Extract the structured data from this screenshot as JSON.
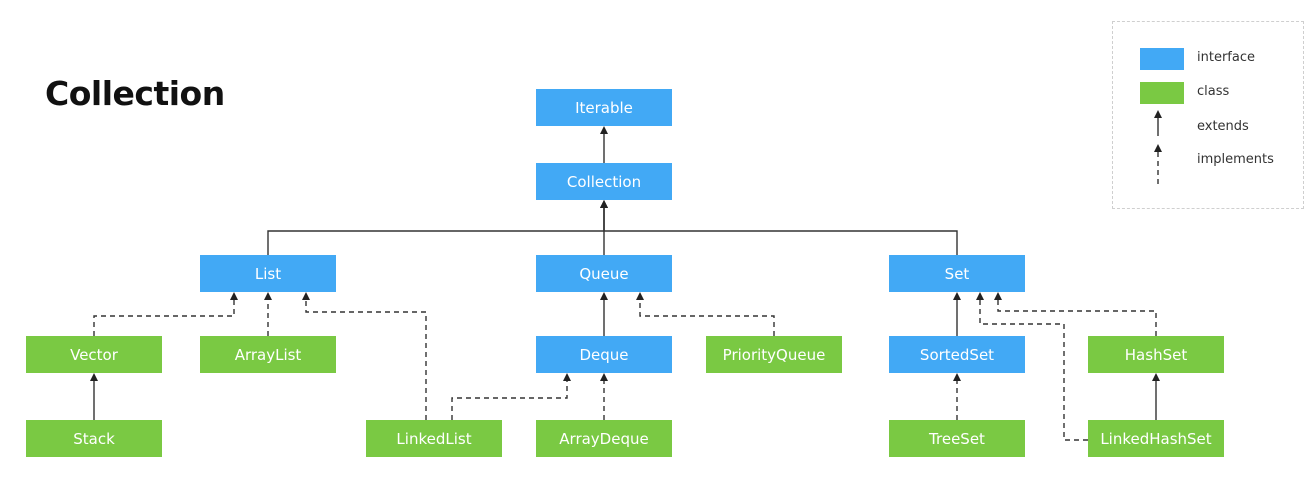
{
  "title": "Collection",
  "colors": {
    "interface": "#42a9f5",
    "class": "#7ac943",
    "line": "#333333"
  },
  "nodes": [
    {
      "id": "iterable",
      "label": "Iterable",
      "kind": "interface"
    },
    {
      "id": "collection",
      "label": "Collection",
      "kind": "interface"
    },
    {
      "id": "list",
      "label": "List",
      "kind": "interface"
    },
    {
      "id": "queue",
      "label": "Queue",
      "kind": "interface"
    },
    {
      "id": "set",
      "label": "Set",
      "kind": "interface"
    },
    {
      "id": "vector",
      "label": "Vector",
      "kind": "class"
    },
    {
      "id": "arraylist",
      "label": "ArrayList",
      "kind": "class"
    },
    {
      "id": "deque",
      "label": "Deque",
      "kind": "interface"
    },
    {
      "id": "priorityqueue",
      "label": "PriorityQueue",
      "kind": "class"
    },
    {
      "id": "sortedset",
      "label": "SortedSet",
      "kind": "interface"
    },
    {
      "id": "hashset",
      "label": "HashSet",
      "kind": "class"
    },
    {
      "id": "stack",
      "label": "Stack",
      "kind": "class"
    },
    {
      "id": "linkedlist",
      "label": "LinkedList",
      "kind": "class"
    },
    {
      "id": "arraydeque",
      "label": "ArrayDeque",
      "kind": "class"
    },
    {
      "id": "treeset",
      "label": "TreeSet",
      "kind": "class"
    },
    {
      "id": "linkedhashset",
      "label": "LinkedHashSet",
      "kind": "class"
    }
  ],
  "edges": [
    {
      "from": "collection",
      "to": "iterable",
      "type": "extends"
    },
    {
      "from": "list",
      "to": "collection",
      "type": "extends"
    },
    {
      "from": "queue",
      "to": "collection",
      "type": "extends"
    },
    {
      "from": "set",
      "to": "collection",
      "type": "extends"
    },
    {
      "from": "vector",
      "to": "list",
      "type": "implements"
    },
    {
      "from": "arraylist",
      "to": "list",
      "type": "implements"
    },
    {
      "from": "linkedlist",
      "to": "list",
      "type": "implements"
    },
    {
      "from": "deque",
      "to": "queue",
      "type": "extends"
    },
    {
      "from": "priorityqueue",
      "to": "queue",
      "type": "implements"
    },
    {
      "from": "sortedset",
      "to": "set",
      "type": "extends"
    },
    {
      "from": "hashset",
      "to": "set",
      "type": "implements"
    },
    {
      "from": "linkedhashset",
      "to": "set",
      "type": "implements"
    },
    {
      "from": "stack",
      "to": "vector",
      "type": "extends"
    },
    {
      "from": "linkedlist",
      "to": "deque",
      "type": "implements"
    },
    {
      "from": "arraydeque",
      "to": "deque",
      "type": "implements"
    },
    {
      "from": "treeset",
      "to": "sortedset",
      "type": "implements"
    },
    {
      "from": "linkedhashset",
      "to": "hashset",
      "type": "extends"
    }
  ],
  "legend": {
    "interface_label": "interface",
    "class_label": "class",
    "extends_label": "extends",
    "implements_label": "implements"
  }
}
